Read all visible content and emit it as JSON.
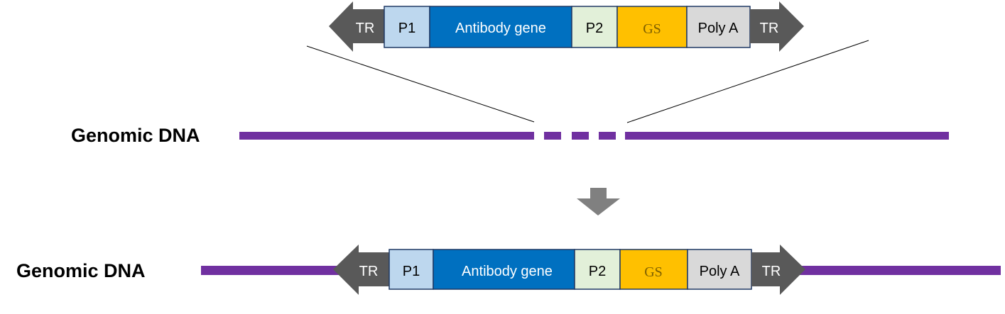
{
  "colors": {
    "dna": "#7030a0",
    "tr_arrow": "#595959",
    "p1": "#bdd7ee",
    "antibody": "#0070c0",
    "p2": "#e2f0d9",
    "gs": "#ffc000",
    "polya": "#d9d9d9",
    "block_border": "#1f3864",
    "down_arrow": "#808080",
    "connector": "#000000"
  },
  "cassette": {
    "tr_left": "TR",
    "p1": "P1",
    "antibody_gene": "Antibody gene",
    "p2": "P2",
    "gs": "GS",
    "poly_a": "Poly A",
    "tr_right": "TR"
  },
  "genomic_dna_label_top": "Genomic DNA",
  "genomic_dna_label_bottom": "Genomic DNA"
}
